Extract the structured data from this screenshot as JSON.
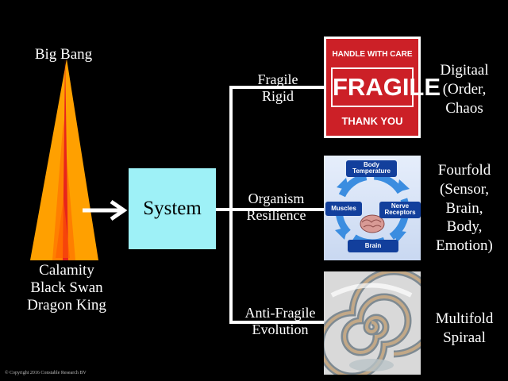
{
  "origin": {
    "top_label": "Big Bang",
    "bottom_lines": [
      "Calamity",
      "Black Swan",
      "Dragon King"
    ],
    "cone_colors": [
      "#ffa000",
      "#ff6a00",
      "#e8241c"
    ]
  },
  "system": {
    "label": "System",
    "color": "#9ef1f7"
  },
  "branches": [
    {
      "label_lines": [
        "Fragile",
        "Rigid"
      ],
      "right_lines": [
        "Digitaal",
        "(Order,",
        "Chaos"
      ],
      "image": {
        "top": "HANDLE WITH CARE",
        "main": "FRAGILE",
        "bottom": "THANK YOU",
        "color": "#cc2027"
      }
    },
    {
      "label_lines": [
        "Organism",
        "Resilience"
      ],
      "right_lines": [
        "Fourfold",
        "(Sensor,",
        "Brain,",
        "Body,",
        "Emotion)"
      ],
      "image": {
        "nodes": [
          "Body Temperature",
          "Muscles",
          "Nerve Receptors",
          "Brain"
        ],
        "color": "#123f9c"
      }
    },
    {
      "label_lines": [
        "Anti-Fragile",
        "Evolution"
      ],
      "right_lines": [
        "Multifold",
        "Spiraal"
      ],
      "image": {
        "icon": "spiral-icon"
      }
    }
  ],
  "copyright": "© Copyright 2016 Constable Research BV"
}
